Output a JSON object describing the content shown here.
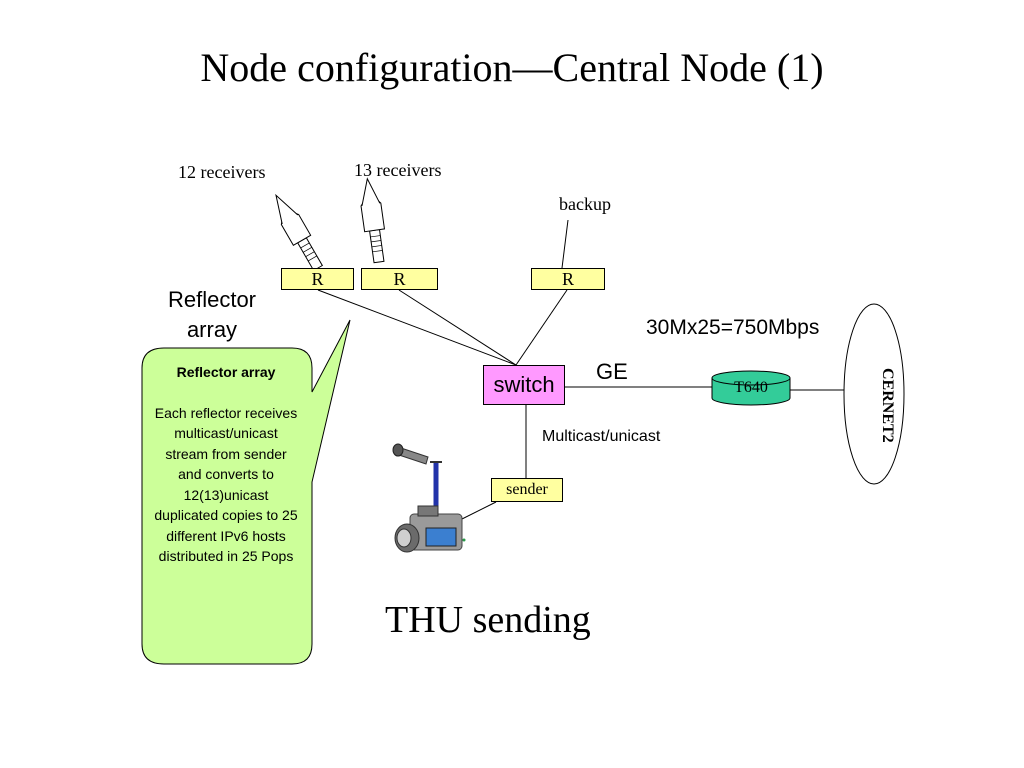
{
  "slide": {
    "title": "Node configuration—Central Node (1)",
    "subtitle": "THU sending"
  },
  "labels": {
    "receivers_12": "12 receivers",
    "receivers_13": "13 receivers",
    "backup": "backup",
    "reflector_array_line1": "Reflector",
    "reflector_array_line2": "array",
    "bandwidth": "30Mx25=750Mbps",
    "ge": "GE",
    "multicast_unicast": "Multicast/unicast"
  },
  "nodes": {
    "reflector_1": "R",
    "reflector_2": "R",
    "reflector_3": "R",
    "switch": "switch",
    "sender": "sender",
    "router": "T640",
    "network": "CERNET2"
  },
  "callout": {
    "title": "Reflector array",
    "body": "Each reflector receives multicast/unicast stream from sender and converts to 12(13)unicast duplicated copies to 25 different IPv6 hosts distributed in 25 Pops"
  },
  "icons": {
    "camera": "video-camera-with-microphone-icon"
  },
  "colors": {
    "reflector_fill": "#ffffa0",
    "switch_fill": "#ff99ff",
    "router_fill": "#33cc99",
    "callout_fill": "#ccff99"
  }
}
